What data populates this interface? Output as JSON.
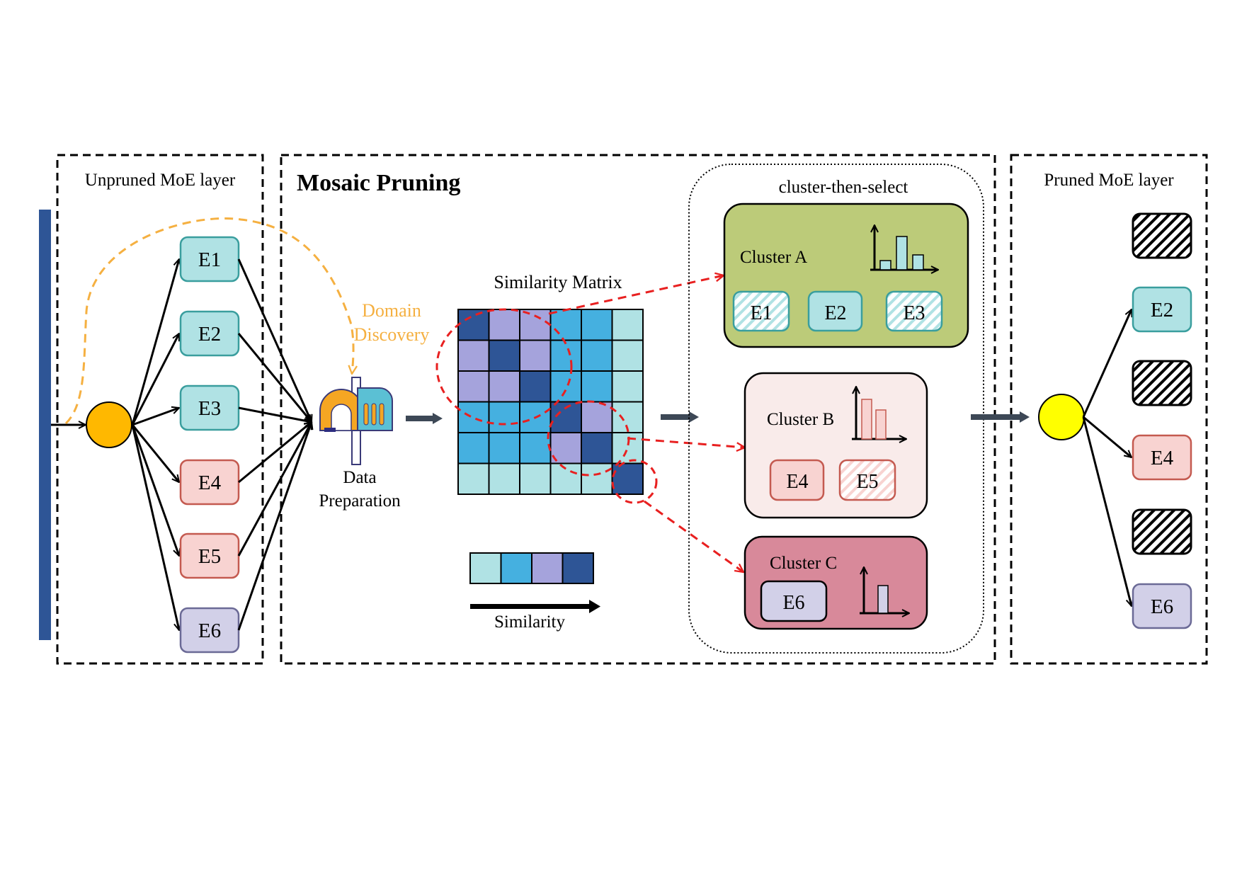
{
  "panels": {
    "unpruned": {
      "title": "Unpruned MoE layer"
    },
    "mosaic": {
      "title": "Mosaic Pruning"
    },
    "pruned": {
      "title": "Pruned MoE layer"
    }
  },
  "unpruned_experts": [
    {
      "label": "E1",
      "color": "#b0e2e4",
      "border": "#3a9e9e"
    },
    {
      "label": "E2",
      "color": "#b0e2e4",
      "border": "#3a9e9e"
    },
    {
      "label": "E3",
      "color": "#b0e2e4",
      "border": "#3a9e9e"
    },
    {
      "label": "E4",
      "color": "#f8d3d1",
      "border": "#c45a50"
    },
    {
      "label": "E5",
      "color": "#f8d3d1",
      "border": "#c45a50"
    },
    {
      "label": "E6",
      "color": "#d2d0e8",
      "border": "#6b6a96"
    }
  ],
  "domain_discovery": {
    "line1": "Domain",
    "line2": "Discovery",
    "color": "#f5b041"
  },
  "data_preparation": {
    "line1": "Data",
    "line2": "Preparation"
  },
  "similarity_matrix": {
    "title": "Similarity Matrix",
    "palette": [
      "#b0e2e4",
      "#45b0e0",
      "#a5a3dc",
      "#2e5596"
    ],
    "cells": [
      [
        3,
        2,
        2,
        1,
        1,
        0
      ],
      [
        2,
        3,
        2,
        1,
        1,
        0
      ],
      [
        2,
        2,
        3,
        1,
        1,
        0
      ],
      [
        1,
        1,
        1,
        3,
        2,
        0
      ],
      [
        1,
        1,
        1,
        2,
        3,
        0
      ],
      [
        0,
        0,
        0,
        0,
        0,
        3
      ]
    ]
  },
  "similarity_legend": {
    "label": "Similarity"
  },
  "cluster_then_select": {
    "title": "cluster-then-select",
    "clusters": [
      {
        "name": "Cluster A",
        "fill": "#bccb79",
        "experts": [
          {
            "label": "E1",
            "pruned": true
          },
          {
            "label": "E2",
            "pruned": false
          },
          {
            "label": "E3",
            "pruned": true
          }
        ]
      },
      {
        "name": "Cluster B",
        "fill": "#f9ebea",
        "experts": [
          {
            "label": "E4",
            "pruned": false
          },
          {
            "label": "E5",
            "pruned": true
          }
        ]
      },
      {
        "name": "Cluster C",
        "fill": "#d8899a",
        "experts": [
          {
            "label": "E6",
            "pruned": false
          }
        ]
      }
    ]
  },
  "pruned_experts": [
    {
      "label": "",
      "kept": false
    },
    {
      "label": "E2",
      "kept": true,
      "color": "#b0e2e4",
      "border": "#3a9e9e"
    },
    {
      "label": "",
      "kept": false
    },
    {
      "label": "E4",
      "kept": true,
      "color": "#f8d3d1",
      "border": "#c45a50"
    },
    {
      "label": "",
      "kept": false
    },
    {
      "label": "E6",
      "kept": true,
      "color": "#d2d0e8",
      "border": "#6b6a96"
    }
  ],
  "colors": {
    "router_unpruned": "#ffb800",
    "router_pruned": "#ffff00",
    "token_bar": "#2e5596",
    "red_dash": "#e82020",
    "orange_dash": "#f5b041"
  }
}
